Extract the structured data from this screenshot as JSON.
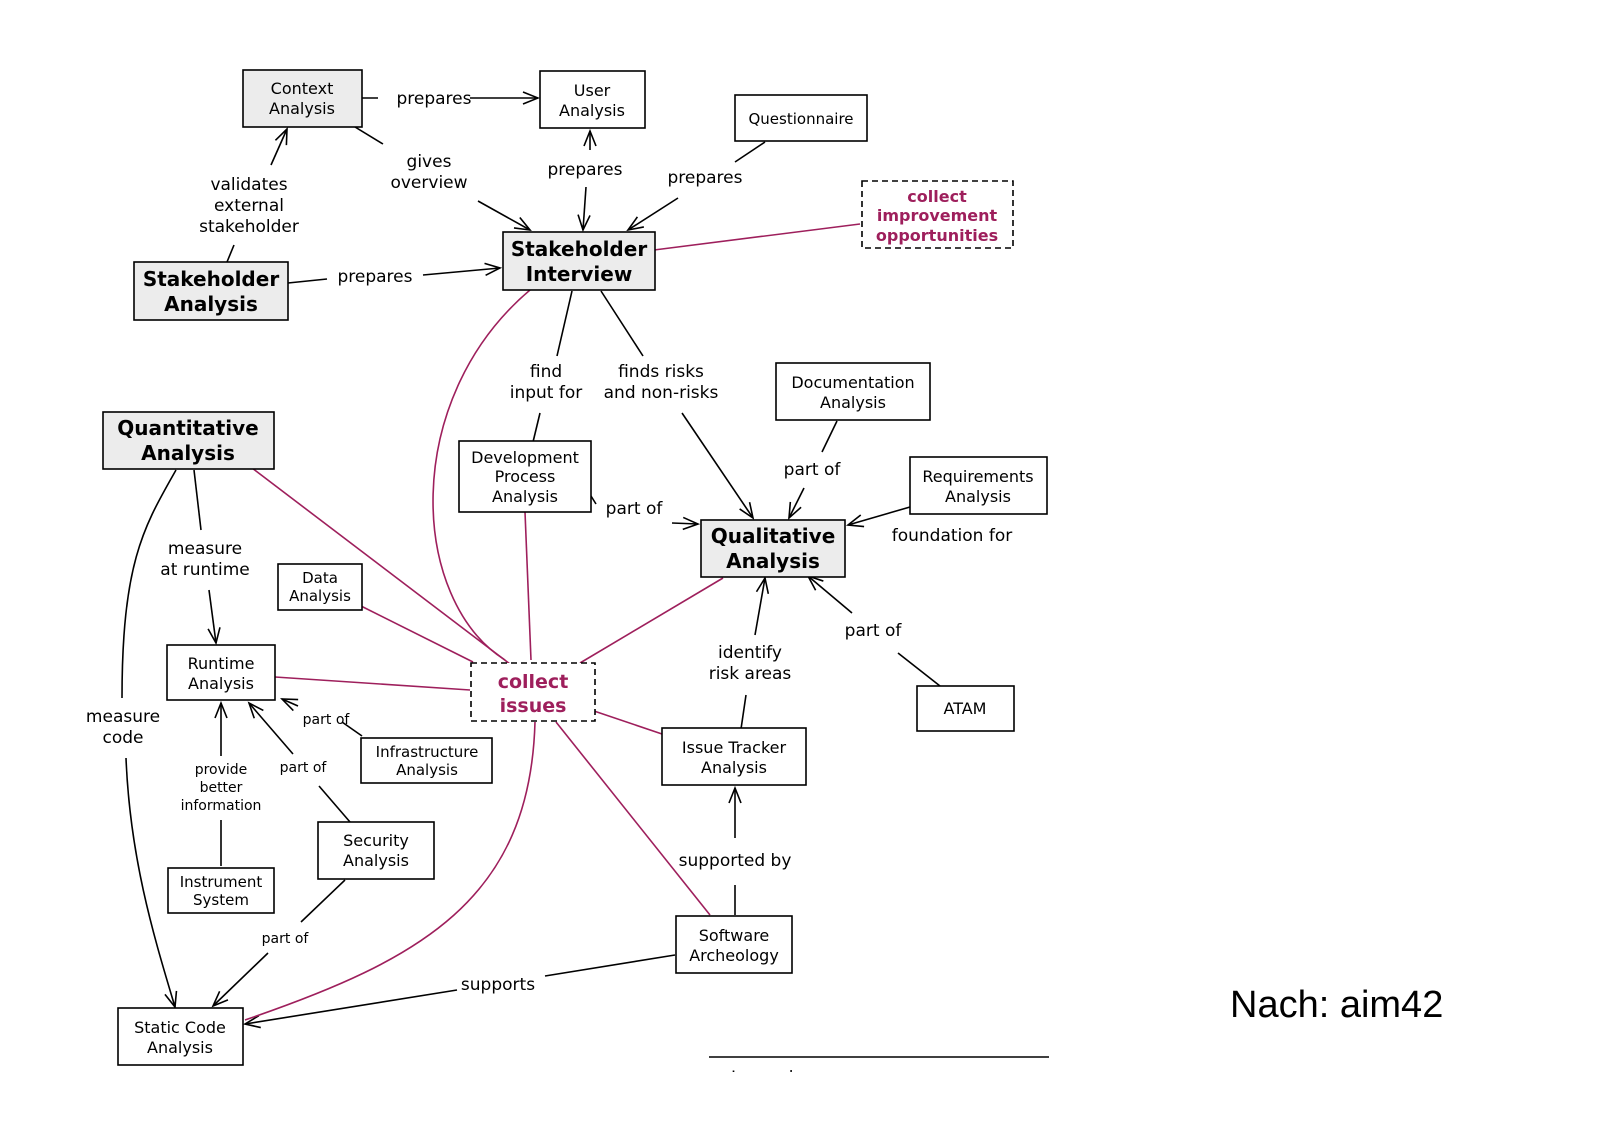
{
  "nodes": {
    "context_analysis": [
      "Context",
      "Analysis"
    ],
    "user_analysis": [
      "User",
      "Analysis"
    ],
    "questionnaire": [
      "Questionnaire"
    ],
    "collect_improvement": [
      "collect",
      "improvement",
      "opportunities"
    ],
    "stakeholder_interview": [
      "Stakeholder",
      "Interview"
    ],
    "stakeholder_analysis": [
      "Stakeholder",
      "Analysis"
    ],
    "quantitative_analysis": [
      "Quantitative",
      "Analysis"
    ],
    "development_process_analysis": [
      "Development",
      "Process",
      "Analysis"
    ],
    "documentation_analysis": [
      "Documentation",
      "Analysis"
    ],
    "requirements_analysis": [
      "Requirements",
      "Analysis"
    ],
    "qualitative_analysis": [
      "Qualitative",
      "Analysis"
    ],
    "data_analysis": [
      "Data",
      "Analysis"
    ],
    "runtime_analysis": [
      "Runtime",
      "Analysis"
    ],
    "collect_issues": [
      "collect",
      "issues"
    ],
    "infrastructure_analysis": [
      "Infrastructure",
      "Analysis"
    ],
    "issue_tracker_analysis": [
      "Issue Tracker",
      "Analysis"
    ],
    "atam": [
      "ATAM"
    ],
    "security_analysis": [
      "Security",
      "Analysis"
    ],
    "instrument_system": [
      "Instrument",
      "System"
    ],
    "software_archeology": [
      "Software",
      "Archeology"
    ],
    "static_code_analysis": [
      "Static Code",
      "Analysis"
    ]
  },
  "edge_labels": {
    "prepares_context_user": [
      "prepares"
    ],
    "gives_overview": [
      "gives",
      "overview"
    ],
    "prepares_user_interview": [
      "prepares"
    ],
    "prepares_questionnaire": [
      "prepares"
    ],
    "validates": [
      "validates",
      "external",
      "stakeholder"
    ],
    "prepares_stakeholder": [
      "prepares"
    ],
    "find_input": [
      "find",
      "input for"
    ],
    "finds_risks": [
      "finds risks",
      "and non-risks"
    ],
    "part_of_documentation": [
      "part of"
    ],
    "part_of_devprocess": [
      "part of"
    ],
    "foundation_for": [
      "foundation for"
    ],
    "measure_runtime": [
      "measure",
      "at runtime"
    ],
    "part_of_atam": [
      "part of"
    ],
    "identify_risk": [
      "identify",
      "risk areas"
    ],
    "measure_code": [
      "measure",
      "code"
    ],
    "part_of_infra": [
      "part of"
    ],
    "part_of_security": [
      "part of"
    ],
    "provide_better": [
      "provide",
      "better",
      "information"
    ],
    "supported_by": [
      "supported by"
    ],
    "part_of_static": [
      "part of"
    ],
    "supports": [
      "supports"
    ]
  },
  "legend_partial": "Legend:",
  "credit": "Nach: aim42",
  "colors": {
    "accent_purple": "#9e1f5c",
    "node_grey": "#ececec"
  }
}
